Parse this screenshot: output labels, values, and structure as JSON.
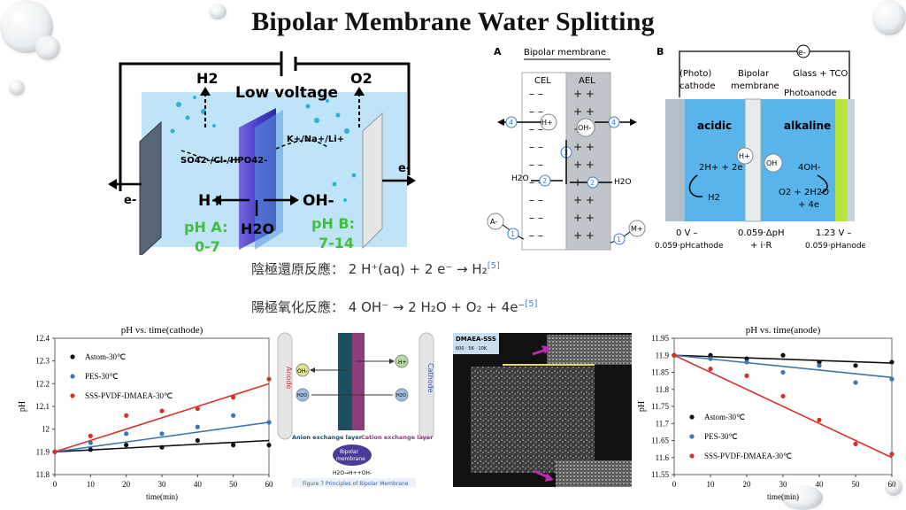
{
  "slide": {
    "title": "Bipolar Membrane Water Splitting"
  },
  "left_diagram": {
    "h2": "H2",
    "o2": "O2",
    "voltage": "Low voltage",
    "anions": "SO42-/Cl-/HPO42-",
    "cations": "K+/Na+/Li+",
    "e_left": "e-",
    "e_right": "e-",
    "h_plus": "H+",
    "oh_minus": "OH-",
    "water": "H2O",
    "ph_a": "pH A:",
    "ph_a_range": "0-7",
    "ph_b": "pH B:",
    "ph_b_range": "7-14"
  },
  "panel_a": {
    "label": "A",
    "header": "Bipolar membrane",
    "cel": "CEL",
    "ael": "AEL",
    "h_plus": "H+",
    "oh_minus": "OH-",
    "h2o_left": "H2O",
    "h2o_right": "H2O",
    "a_minus": "A-",
    "m_plus": "M+",
    "steps": [
      "1",
      "2",
      "3",
      "4"
    ]
  },
  "panel_b": {
    "label": "B",
    "e_minus": "e-",
    "photocathode": "(Photo)\ncathode",
    "membrane": "Bipolar\nmembrane",
    "glass": "Glass + TCO",
    "photoanode": "Photoanode",
    "acidic": "acidic",
    "alkaline": "alkaline",
    "h_plus": "H+",
    "oh": "OH",
    "cat_rxn": "2H+ + 2e",
    "cat_prod": "H2",
    "an_rxn": "4OH-",
    "an_prod1": "O2 + 2H2O",
    "an_prod2": "+ 4e",
    "v1a": "0 V –",
    "v1b": "0.059·pHcathode",
    "v2a": "0.059·ΔpH",
    "v2b": "+ i·R",
    "v3a": "1.23 V –",
    "v3b": "0.059·pHanode"
  },
  "equations": {
    "cathode_label": "陰極還原反應：",
    "cathode_rxn": "2 H⁺(aq) + 2 e⁻ → H₂",
    "anode_label": "陽極氧化反應：",
    "anode_rxn": "4 OH⁻ → 2 H₂O + O₂ + 4e⁻",
    "ref": "[5]"
  },
  "middle_diagram": {
    "anode": "Anode",
    "cathode": "Cathode",
    "oh": "OH-",
    "h": "H+",
    "h2o_left": "H2O",
    "h2o_right": "H2O",
    "anion_layer": "Anion exchange layer",
    "cation_layer": "Cation exchange layer",
    "bipolar": "Bipolar\nmembrane",
    "eq": "H2O→H++OH-",
    "caption": "Figure 7 Principles of Bipolar Membrane"
  },
  "sem": {
    "header": "DMAEA-SSS",
    "subheader": "600 · 5K · 10K"
  },
  "chart_data": [
    {
      "type": "scatter",
      "title": "pH vs. time(cathode)",
      "xlabel": "time(min)",
      "ylabel": "pH",
      "xlim": [
        0,
        60
      ],
      "ylim": [
        11.8,
        12.4
      ],
      "xticks": [
        0,
        10,
        20,
        30,
        40,
        50,
        60
      ],
      "yticks": [
        11.8,
        11.9,
        12,
        12.1,
        12.2,
        12.3,
        12.4
      ],
      "ytick_labels": [
        "11.8",
        "11.9",
        "12",
        "12.1",
        "12.2",
        "12.3",
        "12.4"
      ],
      "legend": "top-left",
      "series": [
        {
          "name": "Astom-30℃",
          "color": "#111111",
          "x": [
            0,
            10,
            20,
            30,
            40,
            50,
            60
          ],
          "y": [
            11.9,
            11.91,
            11.93,
            11.92,
            11.95,
            11.93,
            11.93
          ],
          "fit": [
            11.9,
            11.95
          ]
        },
        {
          "name": "PES-30℃",
          "color": "#3f74b3",
          "x": [
            0,
            10,
            20,
            30,
            40,
            50,
            60
          ],
          "y": [
            11.9,
            11.94,
            11.98,
            11.98,
            12.01,
            12.06,
            12.03
          ],
          "fit": [
            11.9,
            12.03
          ]
        },
        {
          "name": "SSS-PVDF-DMAEA-30℃",
          "color": "#d9302a",
          "x": [
            0,
            10,
            20,
            30,
            40,
            50,
            60
          ],
          "y": [
            11.9,
            11.97,
            12.06,
            12.08,
            12.09,
            12.14,
            12.22
          ],
          "fit": [
            11.9,
            12.2
          ]
        }
      ]
    },
    {
      "type": "scatter",
      "title": "pH vs. time(anode)",
      "xlabel": "time(min)",
      "ylabel": "pH",
      "xlim": [
        0,
        60
      ],
      "ylim": [
        11.55,
        11.95
      ],
      "xticks": [
        0,
        10,
        20,
        30,
        40,
        50,
        60
      ],
      "yticks": [
        11.55,
        11.6,
        11.65,
        11.7,
        11.75,
        11.8,
        11.85,
        11.9,
        11.95
      ],
      "ytick_labels": [
        "11.55",
        "11.6",
        "11.65",
        "11.7",
        "11.75",
        "11.8",
        "11.85",
        "11.9",
        "11.95"
      ],
      "legend": "bottom-left",
      "series": [
        {
          "name": "Astom-30℃",
          "color": "#111111",
          "x": [
            0,
            10,
            20,
            30,
            40,
            50,
            60
          ],
          "y": [
            11.9,
            11.9,
            11.89,
            11.9,
            11.88,
            11.87,
            11.88
          ],
          "fit": [
            11.9,
            11.877
          ]
        },
        {
          "name": "PES-30℃",
          "color": "#3f74b3",
          "x": [
            0,
            10,
            20,
            30,
            40,
            50,
            60
          ],
          "y": [
            11.9,
            11.89,
            11.88,
            11.85,
            11.87,
            11.82,
            11.83
          ],
          "fit": [
            11.9,
            11.835
          ]
        },
        {
          "name": "SSS-PVDF-DMAEA-30℃",
          "color": "#d9302a",
          "x": [
            0,
            10,
            20,
            30,
            40,
            50,
            60
          ],
          "y": [
            11.9,
            11.86,
            11.84,
            11.78,
            11.71,
            11.64,
            11.61
          ],
          "fit": [
            11.9,
            11.6
          ]
        }
      ]
    }
  ]
}
